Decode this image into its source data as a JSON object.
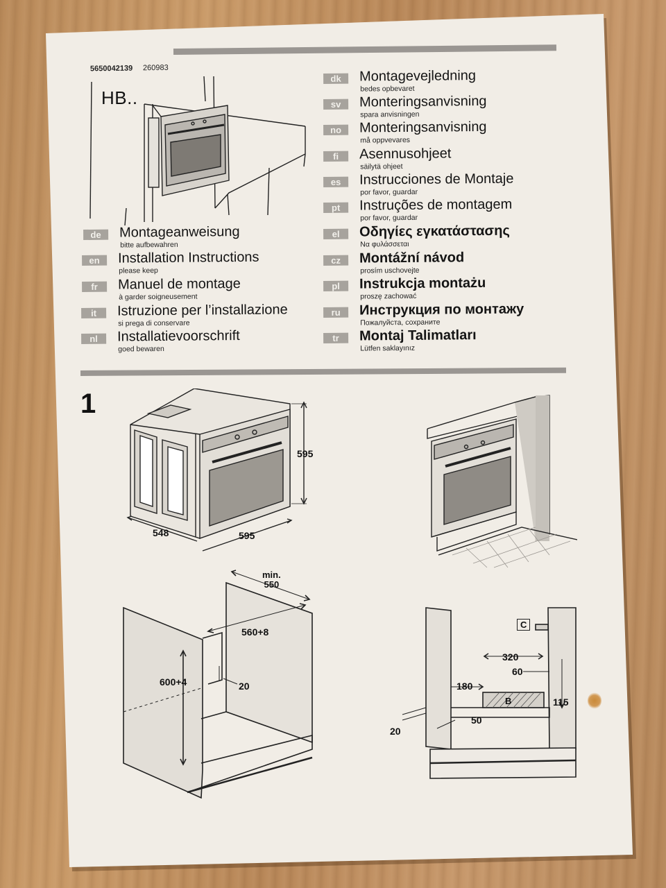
{
  "document": {
    "doc_code": "5650042139",
    "doc_date": "260983",
    "model": "HB..",
    "step_number": "1"
  },
  "languages": [
    {
      "code": "de",
      "title": "Montageanweisung",
      "subtitle": "bitte aufbewahren"
    },
    {
      "code": "en",
      "title": "Installation Instructions",
      "subtitle": "please keep"
    },
    {
      "code": "fr",
      "title": "Manuel de montage",
      "subtitle": "à garder soigneusement"
    },
    {
      "code": "it",
      "title": "Istruzione per l’installazione",
      "subtitle": "si prega di conservare"
    },
    {
      "code": "nl",
      "title": "Installatievoorschrift",
      "subtitle": "goed bewaren"
    },
    {
      "code": "dk",
      "title": "Montagevejledning",
      "subtitle": "bedes opbevaret"
    },
    {
      "code": "sv",
      "title": "Monteringsanvisning",
      "subtitle": "spara anvisningen"
    },
    {
      "code": "no",
      "title": "Monteringsanvisning",
      "subtitle": "må oppvevares"
    },
    {
      "code": "fi",
      "title": "Asennusohjeet",
      "subtitle": "säilytä ohjeet"
    },
    {
      "code": "es",
      "title": "Instrucciones de Montaje",
      "subtitle": "por favor, guardar"
    },
    {
      "code": "pt",
      "title": "Instruções de montagem",
      "subtitle": "por favor, guardar"
    },
    {
      "code": "el",
      "title": "Οδηγίες εγκατάστασης",
      "subtitle": "Να φυλάσσεται"
    },
    {
      "code": "cz",
      "title": "Montážní návod",
      "subtitle": "prosím uschovejte"
    },
    {
      "code": "pl",
      "title": "Instrukcja montażu",
      "subtitle": "proszę zachować"
    },
    {
      "code": "ru",
      "title": "Инструкция по монтажу",
      "subtitle": "Пожалуйста, сохраните"
    },
    {
      "code": "tr",
      "title": "Montaj Talimatları",
      "subtitle": "Lütfen saklayınız"
    }
  ],
  "dimensions": {
    "oven_height": "595",
    "oven_depth": "548",
    "oven_width": "595",
    "cabinet_min_label": "min.",
    "cabinet_min_width": "550",
    "cabinet_width": "560+8",
    "cabinet_height": "600+4",
    "cabinet_gap": "20",
    "vent_width": "320",
    "vent_depth": "60",
    "vent_offset": "180",
    "vent_height": "115",
    "shelf_gap": "50",
    "shelf_setback": "20",
    "label_b": "B",
    "label_c": "C"
  }
}
